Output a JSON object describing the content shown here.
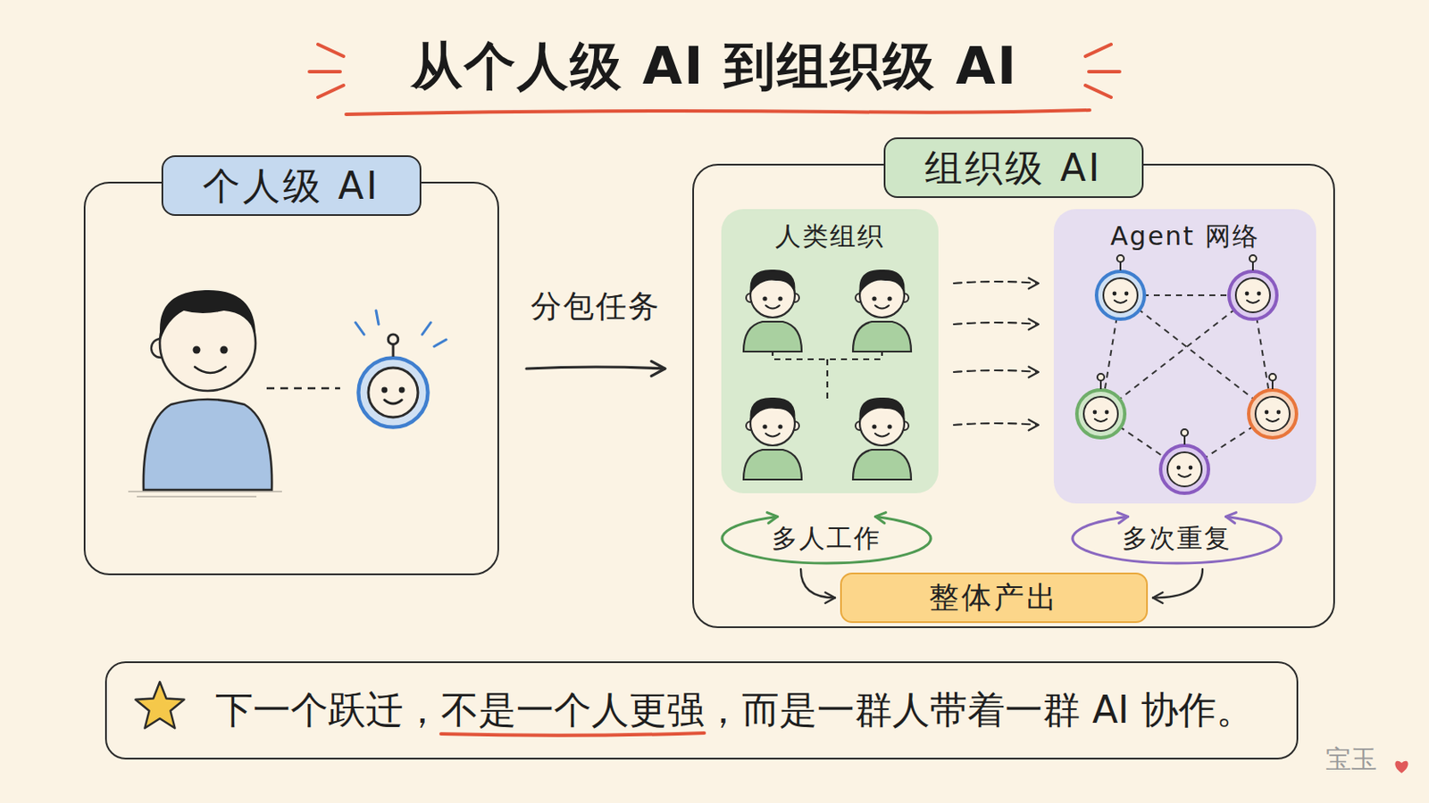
{
  "diagram": {
    "title": "从个人级 AI 到组织级 AI",
    "nodes": [
      {
        "text": [
          "个人级 AI"
        ]
      },
      {
        "text": [
          "组织级 AI"
        ]
      },
      {
        "text": [
          "人类组织"
        ],
        "in": 1
      },
      {
        "text": [
          "Agent 网络"
        ],
        "in": 1
      },
      {
        "text": [
          "多人工作"
        ],
        "in": 1
      },
      {
        "text": [
          "多次重复"
        ],
        "in": 1
      },
      {
        "text": [
          "整体产出"
        ],
        "in": 1
      },
      {
        "text": [
          "下一个跃迁，不是一个人更强，而是一群人带着一群 AI 协作。"
        ]
      }
    ],
    "edges": [
      {
        "from": 0,
        "to": 1,
        "label": "分包任务",
        "arrow": "to"
      },
      {
        "from": 2,
        "to": 3,
        "arrow": "to"
      },
      {
        "from": 2,
        "to": 3,
        "arrow": "to"
      },
      {
        "from": 2,
        "to": 3,
        "arrow": "to"
      },
      {
        "from": 2,
        "to": 3,
        "arrow": "to"
      },
      {
        "from": 4,
        "to": 6,
        "arrow": "to"
      },
      {
        "from": 5,
        "to": 6,
        "arrow": "to"
      }
    ],
    "labels": [
      "宝玉"
    ]
  }
}
